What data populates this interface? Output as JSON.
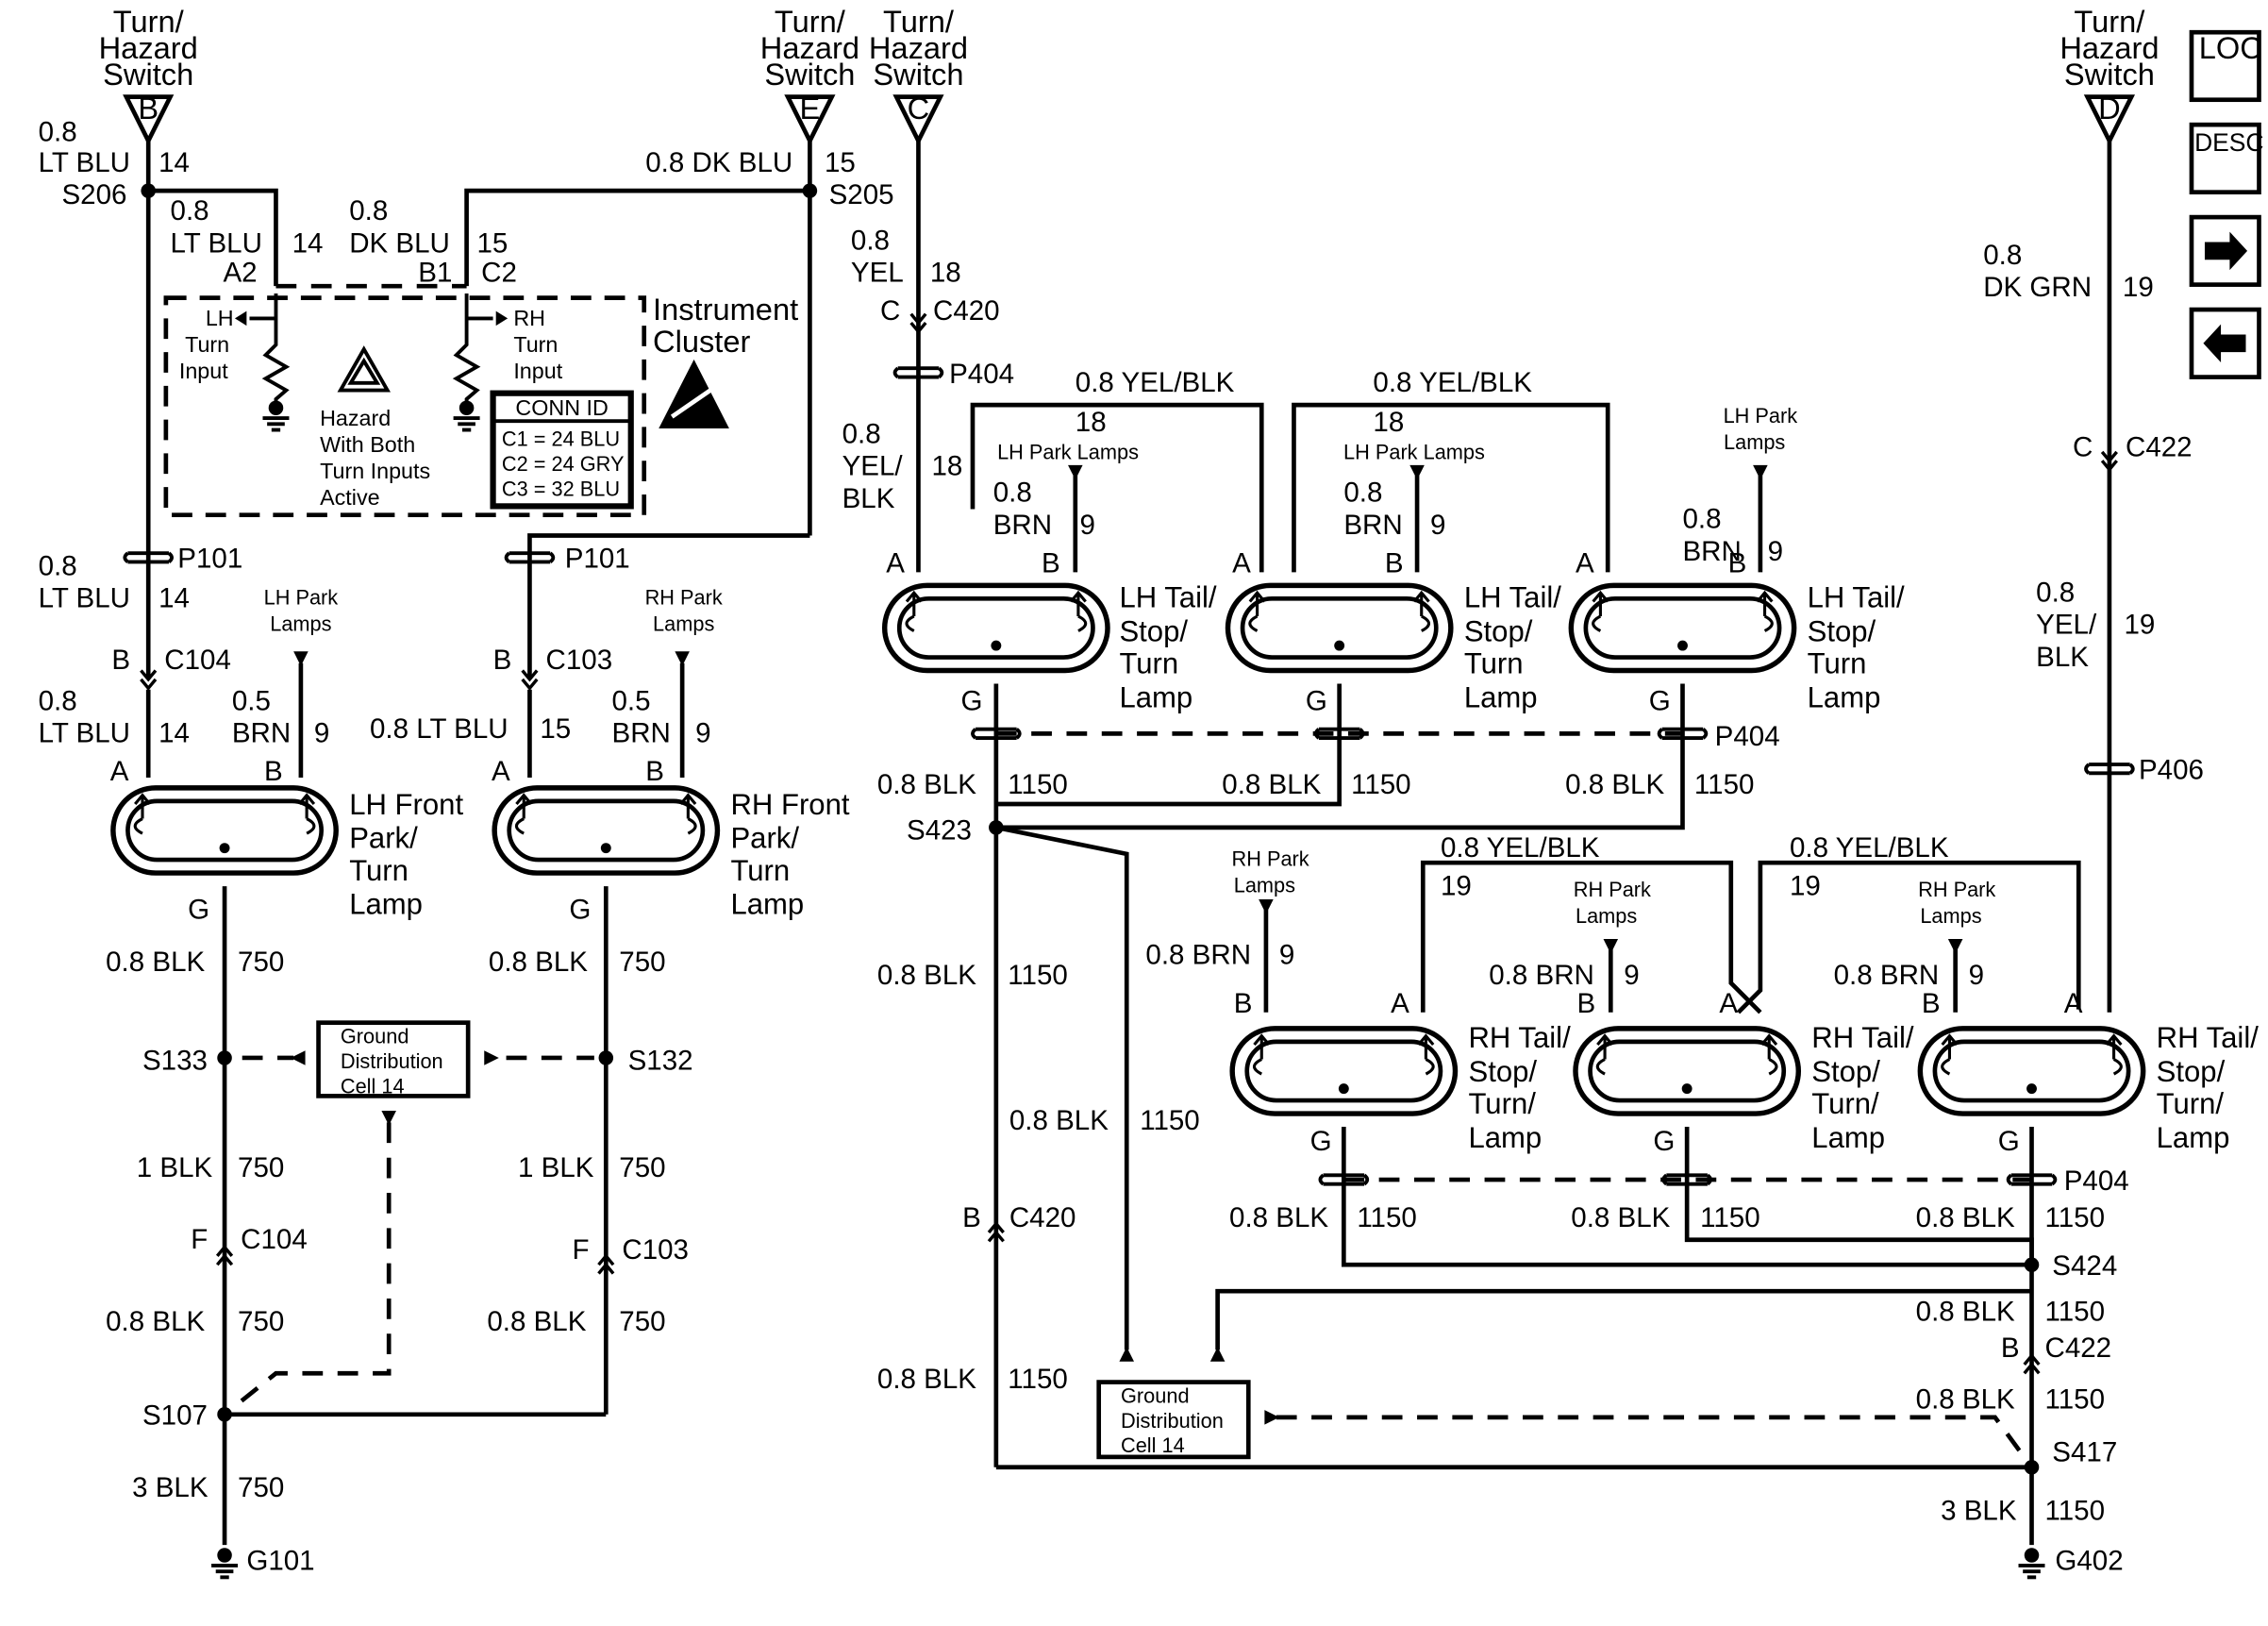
{
  "switch_sources": [
    {
      "id": "src-b",
      "line1": "Turn/",
      "line2": "Hazard",
      "line3": "Switch",
      "pin": "B"
    },
    {
      "id": "src-e",
      "line1": "Turn/",
      "line2": "Hazard",
      "line3": "Switch",
      "pin": "E"
    },
    {
      "id": "src-c",
      "line1": "Turn/",
      "line2": "Hazard",
      "line3": "Switch",
      "pin": "C"
    },
    {
      "id": "src-d",
      "line1": "Turn/",
      "line2": "Hazard",
      "line3": "Switch",
      "pin": "D"
    }
  ],
  "side_buttons": {
    "loc": "LOC",
    "desc": "DESC"
  },
  "cluster": {
    "title1": "Instrument",
    "title2": "Cluster",
    "lh_input": [
      "LH",
      "Turn",
      "Input"
    ],
    "rh_input": [
      "RH",
      "Turn",
      "Input"
    ],
    "hazard": [
      "Hazard",
      "With Both",
      "Turn Inputs",
      "Active"
    ],
    "conn_id_title": "CONN ID",
    "conn_ids": [
      "C1 = 24 BLU",
      "C2 = 24 GRY",
      "C3 = 32 BLU"
    ]
  },
  "wire_labels": [
    {
      "id": "w1",
      "text": "0.8"
    },
    {
      "id": "w2",
      "text": "LT BLU"
    },
    {
      "id": "w3",
      "text": "14"
    },
    {
      "id": "w4",
      "text": "S206"
    },
    {
      "id": "w5",
      "text": "0.8"
    },
    {
      "id": "w6",
      "text": "LT BLU"
    },
    {
      "id": "w7",
      "text": "14"
    },
    {
      "id": "w8",
      "text": "A2"
    },
    {
      "id": "w9",
      "text": "0.8"
    },
    {
      "id": "w10",
      "text": "DK BLU"
    },
    {
      "id": "w11",
      "text": "15"
    },
    {
      "id": "w12",
      "text": "B1"
    },
    {
      "id": "w13",
      "text": "C2"
    },
    {
      "id": "w14",
      "text": "0.8 DK BLU"
    },
    {
      "id": "w15",
      "text": "15"
    },
    {
      "id": "w16",
      "text": "S205"
    },
    {
      "id": "w17",
      "text": "0.8"
    },
    {
      "id": "w18",
      "text": "YEL"
    },
    {
      "id": "w19",
      "text": "18"
    },
    {
      "id": "w20",
      "text": "C"
    },
    {
      "id": "w21",
      "text": "C420"
    },
    {
      "id": "w22",
      "text": "P404"
    },
    {
      "id": "w23",
      "text": "0.8 YEL/BLK"
    },
    {
      "id": "w24",
      "text": "18"
    },
    {
      "id": "w25",
      "text": "0.8 YEL/BLK"
    },
    {
      "id": "w26",
      "text": "18"
    },
    {
      "id": "w27",
      "text": "0.8"
    },
    {
      "id": "w28",
      "text": "YEL/"
    },
    {
      "id": "w29",
      "text": "BLK"
    },
    {
      "id": "w30",
      "text": "18"
    },
    {
      "id": "w31",
      "text": "0.8"
    },
    {
      "id": "w32",
      "text": "BRN"
    },
    {
      "id": "w33",
      "text": "9"
    },
    {
      "id": "w34",
      "text": "0.8"
    },
    {
      "id": "w35",
      "text": "BRN"
    },
    {
      "id": "w36",
      "text": "9"
    },
    {
      "id": "w37",
      "text": "0.8"
    },
    {
      "id": "w38",
      "text": "BRN"
    },
    {
      "id": "w39",
      "text": "9"
    },
    {
      "id": "w40",
      "text": "0.8"
    },
    {
      "id": "w41",
      "text": "DK GRN"
    },
    {
      "id": "w42",
      "text": "19"
    },
    {
      "id": "w43",
      "text": "C"
    },
    {
      "id": "w44",
      "text": "C422"
    },
    {
      "id": "w45",
      "text": "0.8"
    },
    {
      "id": "w46",
      "text": "YEL/"
    },
    {
      "id": "w47",
      "text": "BLK"
    },
    {
      "id": "w48",
      "text": "19"
    },
    {
      "id": "w49",
      "text": "P406"
    },
    {
      "id": "w50",
      "text": "0.8"
    },
    {
      "id": "w51",
      "text": "LT BLU"
    },
    {
      "id": "w52",
      "text": "14"
    },
    {
      "id": "w53",
      "text": "P101"
    },
    {
      "id": "w54",
      "text": "P101"
    },
    {
      "id": "w55",
      "text": "B"
    },
    {
      "id": "w56",
      "text": "C104"
    },
    {
      "id": "w57",
      "text": "B"
    },
    {
      "id": "w58",
      "text": "C103"
    },
    {
      "id": "w59",
      "text": "0.8"
    },
    {
      "id": "w60",
      "text": "LT BLU"
    },
    {
      "id": "w61",
      "text": "14"
    },
    {
      "id": "w62",
      "text": "0.5"
    },
    {
      "id": "w63",
      "text": "BRN"
    },
    {
      "id": "w64",
      "text": "9"
    },
    {
      "id": "w65",
      "text": "0.8 LT BLU"
    },
    {
      "id": "w66",
      "text": "15"
    },
    {
      "id": "w67",
      "text": "0.5"
    },
    {
      "id": "w68",
      "text": "BRN"
    },
    {
      "id": "w69",
      "text": "9"
    },
    {
      "id": "w70",
      "text": "0.8 BLK"
    },
    {
      "id": "w71",
      "text": "750"
    },
    {
      "id": "w72",
      "text": "0.8 BLK"
    },
    {
      "id": "w73",
      "text": "750"
    },
    {
      "id": "w74",
      "text": "S133"
    },
    {
      "id": "w75",
      "text": "S132"
    },
    {
      "id": "w76",
      "text": "1 BLK"
    },
    {
      "id": "w77",
      "text": "750"
    },
    {
      "id": "w78",
      "text": "1 BLK"
    },
    {
      "id": "w79",
      "text": "750"
    },
    {
      "id": "w80",
      "text": "F"
    },
    {
      "id": "w81",
      "text": "C104"
    },
    {
      "id": "w82",
      "text": "F"
    },
    {
      "id": "w83",
      "text": "C103"
    },
    {
      "id": "w84",
      "text": "0.8 BLK"
    },
    {
      "id": "w85",
      "text": "750"
    },
    {
      "id": "w86",
      "text": "0.8 BLK"
    },
    {
      "id": "w87",
      "text": "750"
    },
    {
      "id": "w88",
      "text": "S107"
    },
    {
      "id": "w89",
      "text": "3 BLK"
    },
    {
      "id": "w90",
      "text": "750"
    },
    {
      "id": "w91",
      "text": "G101"
    },
    {
      "id": "w92",
      "text": "0.8 BLK"
    },
    {
      "id": "w93",
      "text": "1150"
    },
    {
      "id": "w94",
      "text": "0.8 BLK"
    },
    {
      "id": "w95",
      "text": "1150"
    },
    {
      "id": "w96",
      "text": "0.8 BLK"
    },
    {
      "id": "w97",
      "text": "1150"
    },
    {
      "id": "w98",
      "text": "P404"
    },
    {
      "id": "w99",
      "text": "S423"
    },
    {
      "id": "w100",
      "text": "0.8 BLK"
    },
    {
      "id": "w101",
      "text": "1150"
    },
    {
      "id": "w102",
      "text": "0.8 BLK"
    },
    {
      "id": "w103",
      "text": "1150"
    },
    {
      "id": "w104",
      "text": "B"
    },
    {
      "id": "w105",
      "text": "C420"
    },
    {
      "id": "w106",
      "text": "0.8 BLK"
    },
    {
      "id": "w107",
      "text": "1150"
    },
    {
      "id": "w108",
      "text": "0.8 YEL/BLK"
    },
    {
      "id": "w109",
      "text": "19"
    },
    {
      "id": "w110",
      "text": "0.8 YEL/BLK"
    },
    {
      "id": "w111",
      "text": "19"
    },
    {
      "id": "w112",
      "text": "0.8 BRN"
    },
    {
      "id": "w113",
      "text": "9"
    },
    {
      "id": "w114",
      "text": "0.8 BRN"
    },
    {
      "id": "w115",
      "text": "9"
    },
    {
      "id": "w116",
      "text": "0.8 BRN"
    },
    {
      "id": "w117",
      "text": "9"
    },
    {
      "id": "w118",
      "text": "P404"
    },
    {
      "id": "w119",
      "text": "0.8 BLK"
    },
    {
      "id": "w120",
      "text": "1150"
    },
    {
      "id": "w121",
      "text": "0.8 BLK"
    },
    {
      "id": "w122",
      "text": "1150"
    },
    {
      "id": "w123",
      "text": "0.8 BLK"
    },
    {
      "id": "w124",
      "text": "1150"
    },
    {
      "id": "w125",
      "text": "S424"
    },
    {
      "id": "w126",
      "text": "0.8 BLK"
    },
    {
      "id": "w127",
      "text": "1150"
    },
    {
      "id": "w128",
      "text": "B"
    },
    {
      "id": "w129",
      "text": "C422"
    },
    {
      "id": "w130",
      "text": "0.8 BLK"
    },
    {
      "id": "w131",
      "text": "1150"
    },
    {
      "id": "w132",
      "text": "S417"
    },
    {
      "id": "w133",
      "text": "3 BLK"
    },
    {
      "id": "w134",
      "text": "1150"
    },
    {
      "id": "w135",
      "text": "G402"
    }
  ],
  "pin_labels": [
    {
      "id": "p1",
      "text": "A"
    },
    {
      "id": "p2",
      "text": "B"
    },
    {
      "id": "p3",
      "text": "G"
    },
    {
      "id": "p4",
      "text": "A"
    },
    {
      "id": "p5",
      "text": "B"
    },
    {
      "id": "p6",
      "text": "G"
    },
    {
      "id": "p7",
      "text": "A"
    },
    {
      "id": "p8",
      "text": "B"
    },
    {
      "id": "p9",
      "text": "G"
    },
    {
      "id": "p10",
      "text": "A"
    },
    {
      "id": "p11",
      "text": "B"
    },
    {
      "id": "p12",
      "text": "G"
    },
    {
      "id": "p13",
      "text": "A"
    },
    {
      "id": "p14",
      "text": "B"
    },
    {
      "id": "p15",
      "text": "G"
    },
    {
      "id": "p16",
      "text": "B"
    },
    {
      "id": "p17",
      "text": "A"
    },
    {
      "id": "p18",
      "text": "G"
    },
    {
      "id": "p19",
      "text": "B"
    },
    {
      "id": "p20",
      "text": "A"
    },
    {
      "id": "p21",
      "text": "G"
    },
    {
      "id": "p22",
      "text": "B"
    },
    {
      "id": "p23",
      "text": "A"
    },
    {
      "id": "p24",
      "text": "G"
    }
  ],
  "park_refs": [
    {
      "id": "pr1",
      "l1": "LH Park",
      "l2": "Lamps"
    },
    {
      "id": "pr2",
      "l1": "RH Park",
      "l2": "Lamps"
    },
    {
      "id": "pr3",
      "l1": "LH Park Lamps",
      "l2": ""
    },
    {
      "id": "pr4",
      "l1": "LH Park Lamps",
      "l2": ""
    },
    {
      "id": "pr5",
      "l1": "LH Park",
      "l2": "Lamps"
    },
    {
      "id": "pr6",
      "l1": "RH Park",
      "l2": "Lamps"
    },
    {
      "id": "pr7",
      "l1": "RH Park",
      "l2": "Lamps"
    },
    {
      "id": "pr8",
      "l1": "RH Park",
      "l2": "Lamps"
    }
  ],
  "lamps": [
    {
      "id": "lamp1",
      "lines": [
        "LH Front",
        "Park/",
        "Turn",
        "Lamp"
      ]
    },
    {
      "id": "lamp2",
      "lines": [
        "RH Front",
        "Park/",
        "Turn",
        "Lamp"
      ]
    },
    {
      "id": "lamp3",
      "lines": [
        "LH Tail/",
        "Stop/",
        "Turn",
        "Lamp"
      ]
    },
    {
      "id": "lamp4",
      "lines": [
        "LH Tail/",
        "Stop/",
        "Turn",
        "Lamp"
      ]
    },
    {
      "id": "lamp5",
      "lines": [
        "LH Tail/",
        "Stop/",
        "Turn",
        "Lamp"
      ]
    },
    {
      "id": "lamp6",
      "lines": [
        "RH Tail/",
        "Stop/",
        "Turn/",
        "Lamp"
      ]
    },
    {
      "id": "lamp7",
      "lines": [
        "RH Tail/",
        "Stop/",
        "Turn/",
        "Lamp"
      ]
    },
    {
      "id": "lamp8",
      "lines": [
        "RH Tail/",
        "Stop/",
        "Turn/",
        "Lamp"
      ]
    }
  ],
  "ground_cells": [
    {
      "id": "gd1",
      "lines": [
        "Ground",
        "Distribution",
        "Cell 14"
      ]
    },
    {
      "id": "gd2",
      "lines": [
        "Ground",
        "Distribution",
        "Cell 14"
      ]
    }
  ]
}
